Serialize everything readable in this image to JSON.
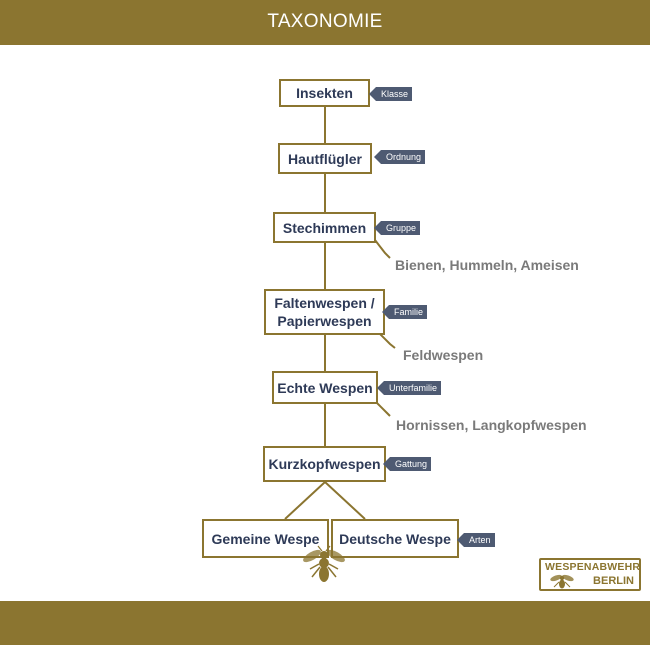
{
  "header": {
    "title": "TAXONOMIE"
  },
  "colors": {
    "gold": "#8b7530",
    "navy": "#2e3a57",
    "tag": "#4e5a72",
    "note": "#7a7a7a"
  },
  "nodes": {
    "insekten": {
      "label": "Insekten",
      "rank": "Klasse"
    },
    "hautfluegler": {
      "label": "Hautflügler",
      "rank": "Ordnung"
    },
    "stechimmen": {
      "label": "Stechimmen",
      "rank": "Gruppe",
      "note": "Bienen, Hummeln, Ameisen"
    },
    "faltenwespen": {
      "label_line1": "Faltenwespen /",
      "label_line2": "Papierwespen",
      "rank": "Familie",
      "note": "Feldwespen"
    },
    "echte_wespen": {
      "label": "Echte Wespen",
      "rank": "Unterfamilie",
      "note": "Hornissen, Langkopfwespen"
    },
    "kurzkopfwespen": {
      "label": "Kurzkopfwespen",
      "rank": "Gattung"
    },
    "gemeine_wespe": {
      "label": "Gemeine Wespe"
    },
    "deutsche_wespe": {
      "label": "Deutsche Wespe",
      "rank": "Arten"
    }
  },
  "logo": {
    "line1": "WESPENABWEHR",
    "line2": "BERLIN",
    "icon": "wasp-icon"
  },
  "decoration": {
    "icon": "wasp-icon"
  }
}
